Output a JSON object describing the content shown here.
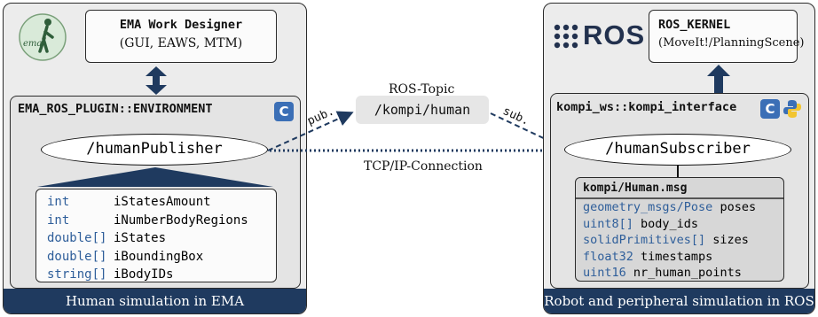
{
  "left_panel": {
    "designer_title": "EMA Work Designer",
    "designer_sub": "(GUI, EAWS, MTM)",
    "env_title": "EMA_ROS_PLUGIN::ENVIRONMENT",
    "publisher": "/humanPublisher",
    "vars": [
      {
        "type": "int",
        "name": "iStatesAmount"
      },
      {
        "type": "int",
        "name": "iNumberBodyRegions"
      },
      {
        "type": "double[]",
        "name": "iStates"
      },
      {
        "type": "double[]",
        "name": "iBoundingBox"
      },
      {
        "type": "string[]",
        "name": "iBodyIDs"
      }
    ],
    "footer": "Human simulation in EMA",
    "logo_text": "ema"
  },
  "middle": {
    "topic_label": "ROS-Topic",
    "topic_name": "/kompi/human",
    "pub_label": "pub.",
    "sub_label": "sub.",
    "connection_label": "TCP/IP-Connection"
  },
  "right_panel": {
    "ros_logo_text": "ROS",
    "kernel_title": "ROS_KERNEL",
    "kernel_sub": "(MoveIt!/PlanningScene)",
    "interface_title": "kompi_ws::kompi_interface",
    "subscriber": "/humanSubscriber",
    "msg_title": "kompi/Human.msg",
    "msg_fields": [
      {
        "type": "geometry_msgs/Pose",
        "name": "poses"
      },
      {
        "type": "uint8[]",
        "name": "body_ids"
      },
      {
        "type": "solidPrimitives[]",
        "name": "sizes"
      },
      {
        "type": "float32",
        "name": "timestamps"
      },
      {
        "type": "uint16",
        "name": "nr_human_points"
      }
    ],
    "footer": "Robot and peripheral simulation in ROS"
  },
  "colors": {
    "footer_bg": "#1f3a5f",
    "type_blue": "#2e5e9a",
    "arrow_blue": "#1f3a5f"
  }
}
